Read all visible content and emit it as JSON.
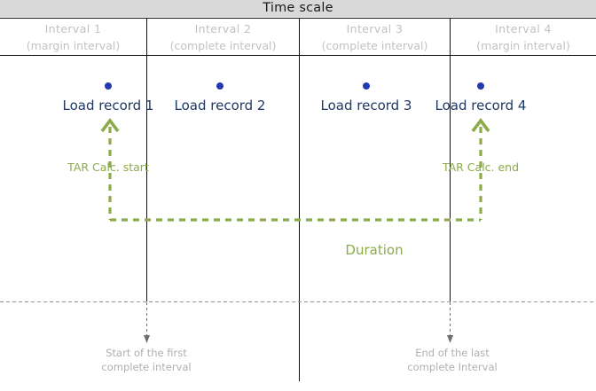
{
  "header": {
    "title": "Time scale",
    "bar_color": "#d9d9d9"
  },
  "intervals": [
    {
      "name": "Interval  1",
      "kind": "(margin interval)"
    },
    {
      "name": "Interval  2",
      "kind": "(complete interval)"
    },
    {
      "name": "Interval  3",
      "kind": "(complete interval)"
    },
    {
      "name": "Interval  4",
      "kind": "(margin interval)"
    }
  ],
  "records": [
    {
      "label": "Load record 1"
    },
    {
      "label": "Load record 2"
    },
    {
      "label": "Load record 3"
    },
    {
      "label": "Load record 4"
    }
  ],
  "annotations": {
    "tar_start": "TAR Calc. start",
    "tar_end": "TAR Calc. end",
    "duration": "Duration",
    "bottom_left_line1": "Start of the first",
    "bottom_left_line2": "complete interval",
    "bottom_right_line1": "End of the last",
    "bottom_right_line2": "complete Interval"
  },
  "colors": {
    "green": "#8cab4a",
    "navy": "#1f3864",
    "dot_blue": "#2438b0",
    "gray_label": "#c2c2c2",
    "gray_note": "#b0b0b0",
    "rule_black": "#111111"
  }
}
